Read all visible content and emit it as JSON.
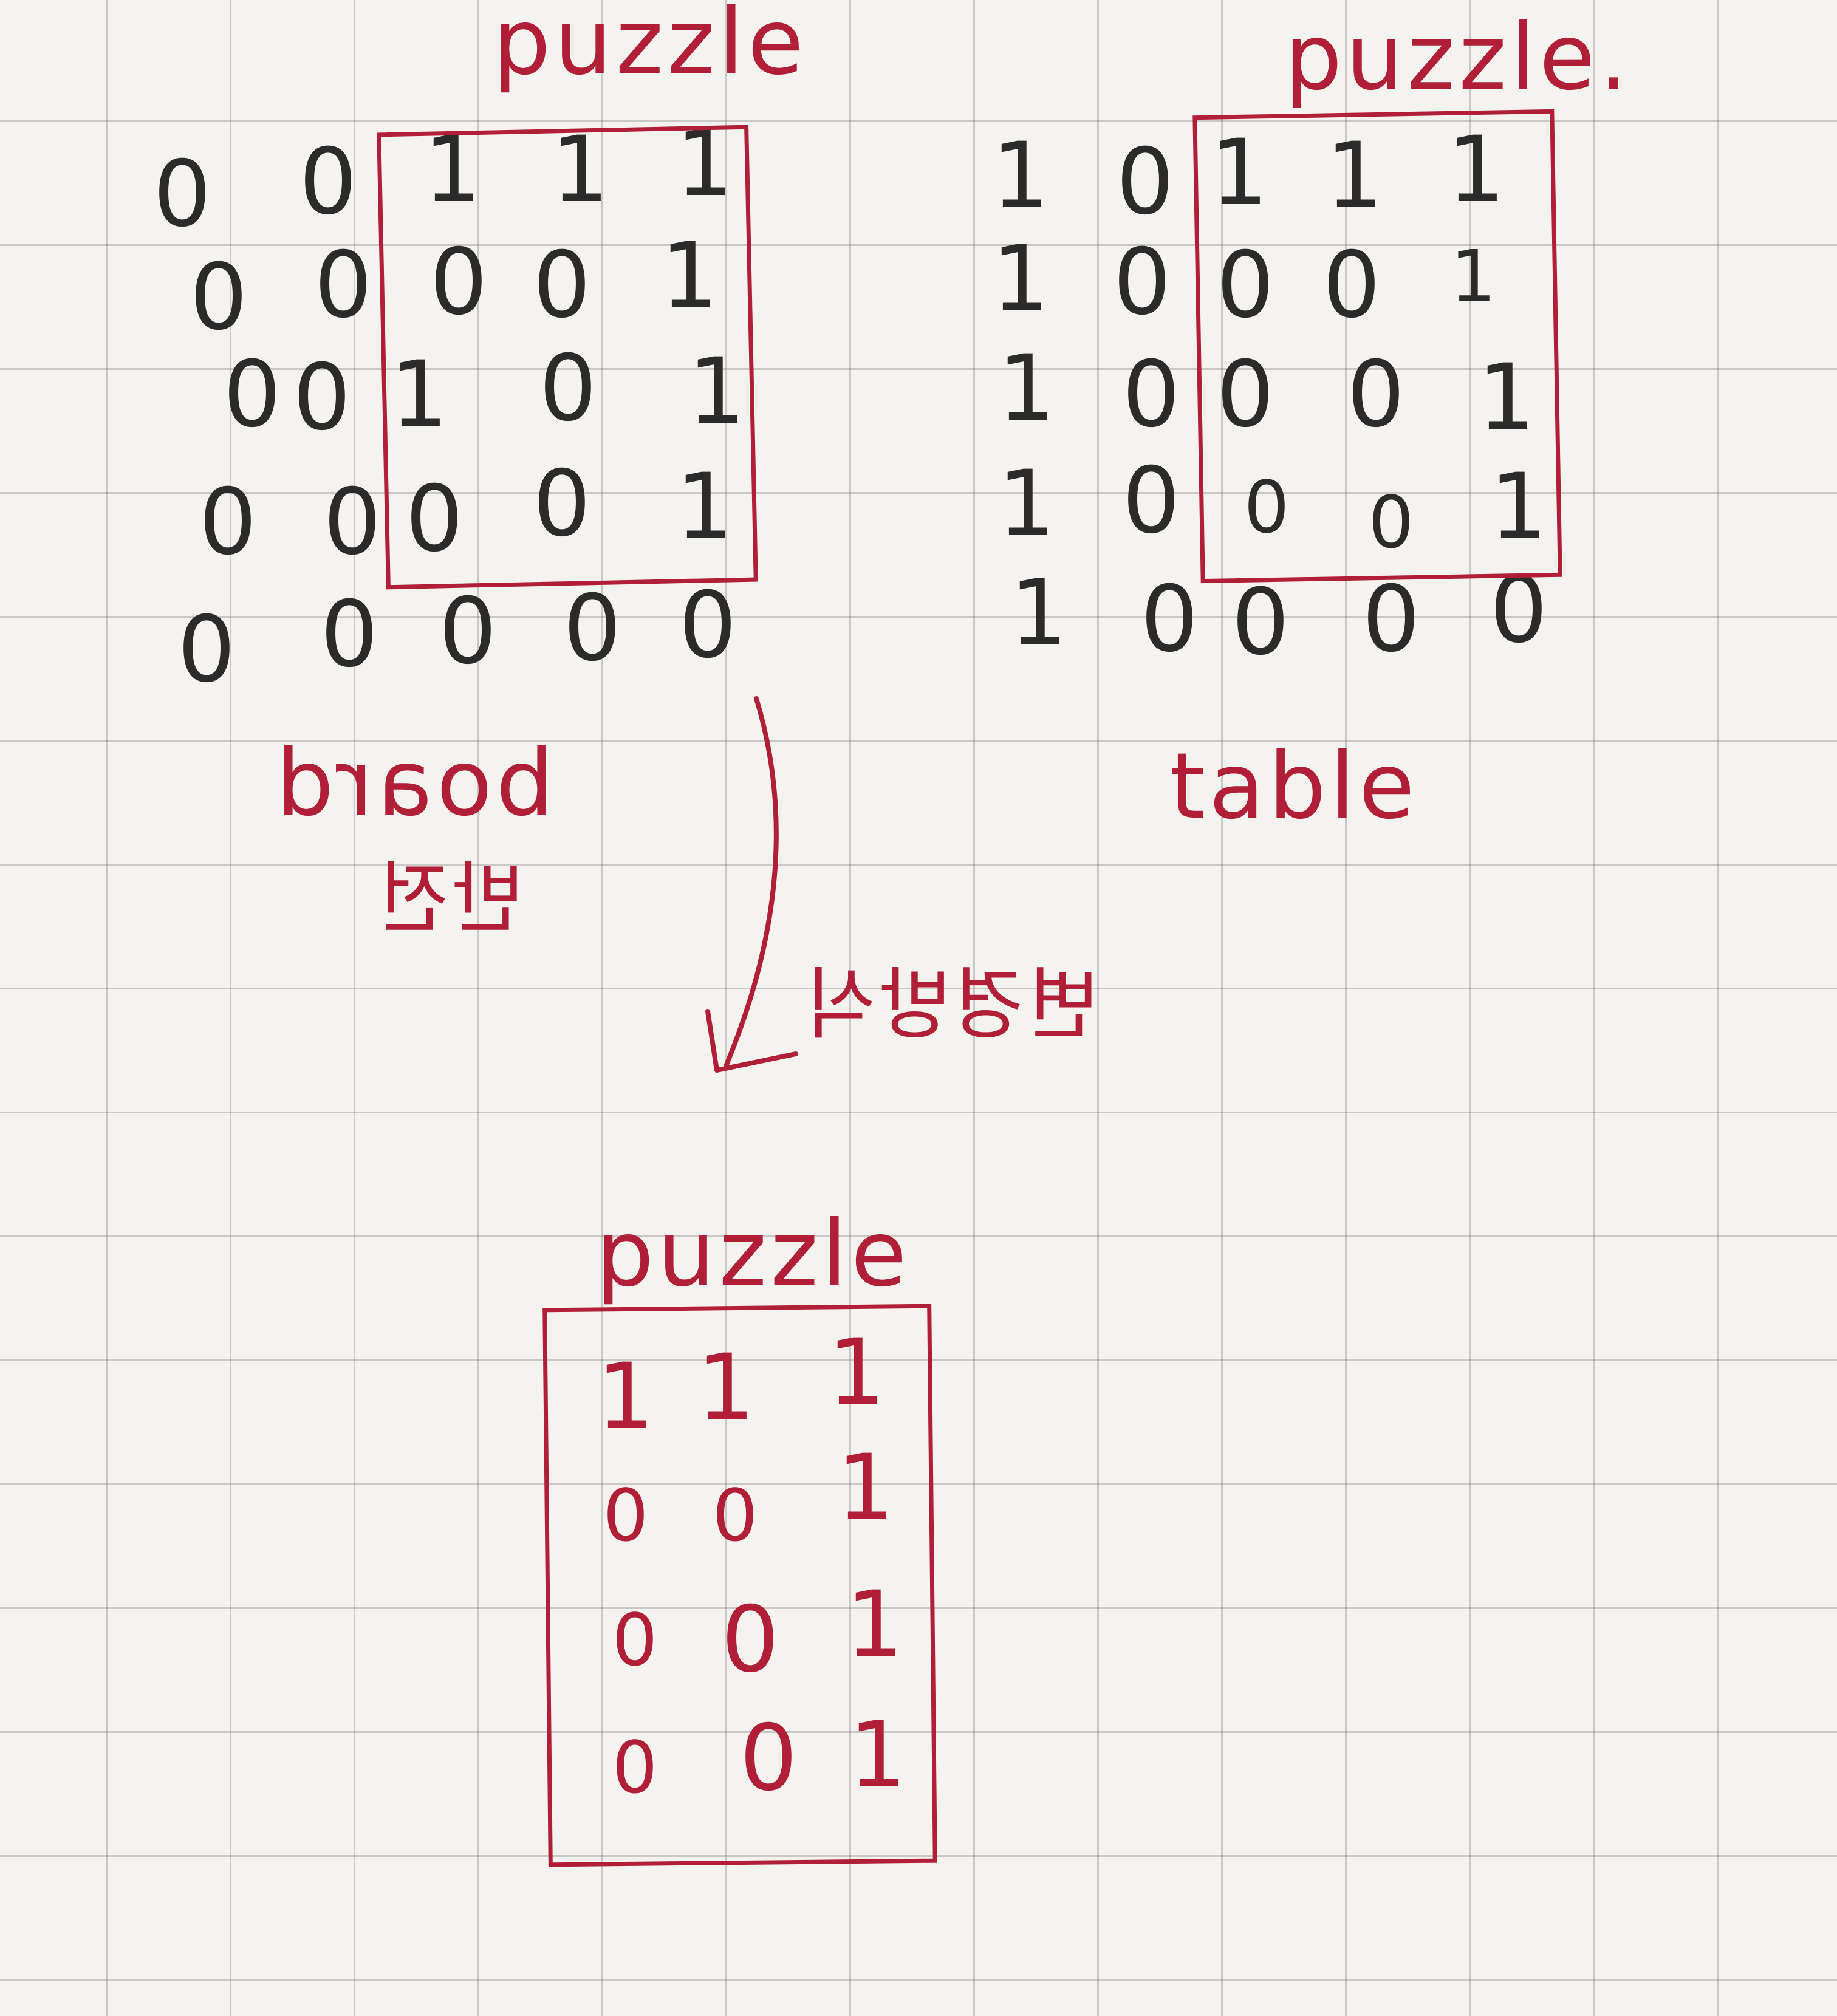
{
  "board": {
    "caption": "board",
    "caption_below": "반전",
    "puzzle_label": "puzzle",
    "rows": [
      [
        "0",
        "0",
        "1",
        "1",
        "1"
      ],
      [
        "0",
        "0",
        "0",
        "0",
        "1"
      ],
      [
        "0",
        "0",
        "1",
        "0",
        "1"
      ],
      [
        "0",
        "0",
        "0",
        "0",
        "1"
      ],
      [
        "0",
        "0",
        "0",
        "0",
        "0"
      ]
    ]
  },
  "table": {
    "caption": "table",
    "puzzle_label": "puzzle.",
    "rows": [
      [
        "1",
        "0",
        "1",
        "1",
        "1"
      ],
      [
        "1",
        "0",
        "0",
        "0",
        "1"
      ],
      [
        "1",
        "0",
        "0",
        "0",
        "1"
      ],
      [
        "1",
        "0",
        "0",
        "0",
        "1"
      ],
      [
        "1",
        "0",
        "0",
        "0",
        "0"
      ]
    ]
  },
  "arrow": {
    "label": "변경방식"
  },
  "result": {
    "puzzle_label": "puzzle",
    "rows": [
      [
        "1",
        "1",
        "1"
      ],
      [
        "0",
        "0",
        "1"
      ],
      [
        "0",
        "0",
        "1"
      ],
      [
        "0",
        "0",
        "1"
      ]
    ]
  },
  "colors": {
    "paper": "#f4f3ef",
    "grid": "#8a8a8a",
    "black_ink": "#2b2b2b",
    "red_ink": "#b01e38"
  }
}
